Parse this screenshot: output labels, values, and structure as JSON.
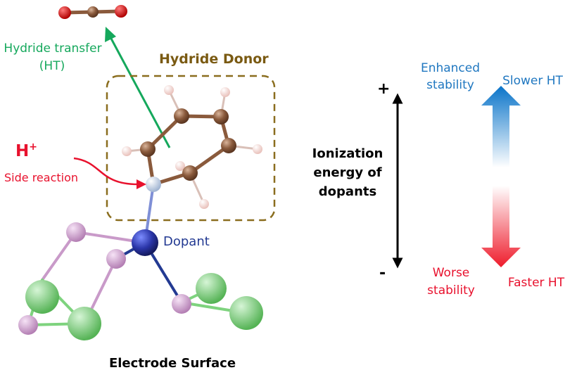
{
  "labels": {
    "hydride_transfer_line1": "Hydride transfer",
    "hydride_transfer_line2": "(HT)",
    "hydride_donor": "Hydride Donor",
    "h_plus_base": "H",
    "h_plus_sup": "+",
    "side_reaction": "Side reaction",
    "dopant": "Dopant",
    "electrode_surface": "Electrode Surface",
    "plus_sign": "+",
    "minus_sign": "-",
    "ionization_line1": "Ionization",
    "ionization_line2": "energy of",
    "ionization_line3": "dopants",
    "enhanced_line1": "Enhanced",
    "enhanced_line2": "stability",
    "slower_ht": "Slower HT",
    "worse_line1": "Worse",
    "worse_line2": "stability",
    "faster_ht": "Faster HT"
  },
  "colors": {
    "green_text": "#15a85c",
    "brown": "#7a5a12",
    "red": "#e8112d",
    "blue_text": "#1f77c0",
    "dopant_blue": "#233a92",
    "carbon": "#8a5a3c",
    "hydrogen": "#f4d7d2",
    "nitrogen": "#c9d6ea",
    "pink_atom": "#c99ac9",
    "green_atom": "#7ed37e",
    "oxygen": "#e01010"
  }
}
